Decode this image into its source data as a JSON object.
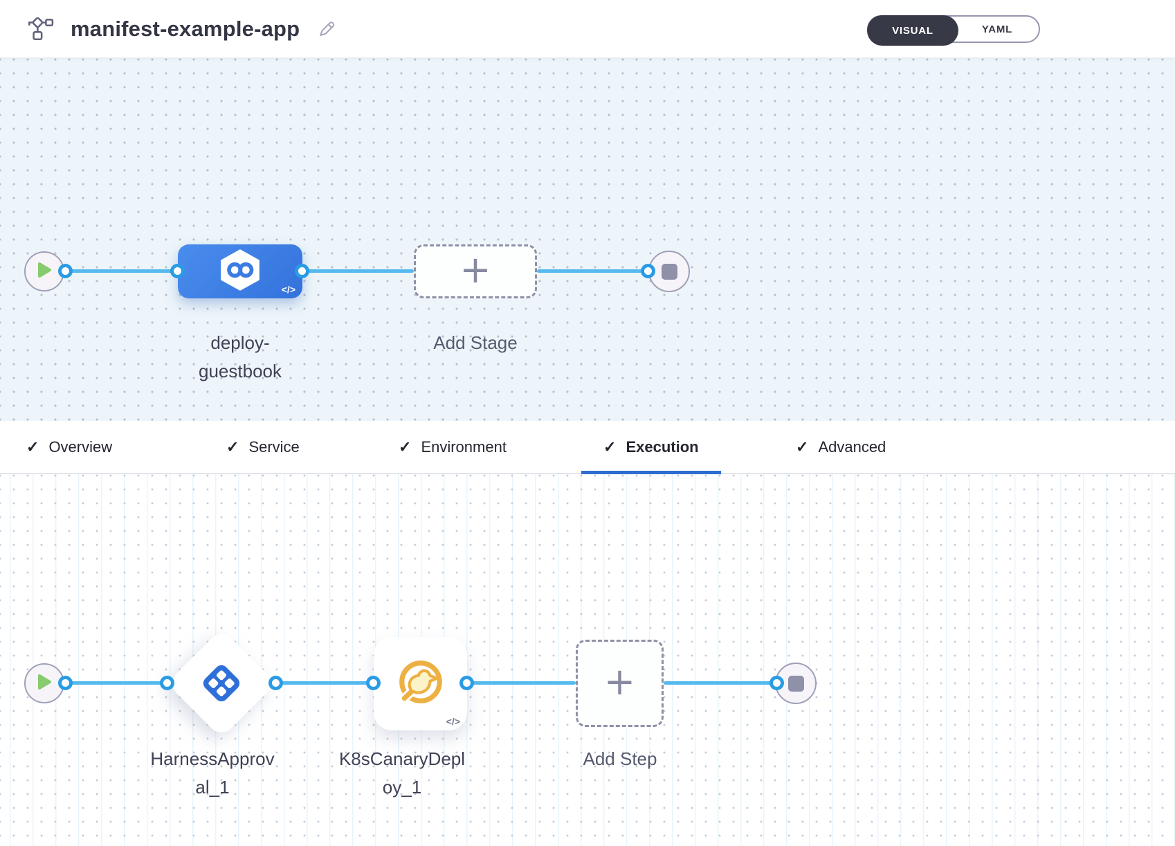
{
  "header": {
    "title": "manifest-example-app",
    "view_toggle": {
      "visual_label": "VISUAL",
      "yaml_label": "YAML",
      "selected": "VISUAL"
    }
  },
  "icons": {
    "plus": "+",
    "check": "✓",
    "code_badge": "</>"
  },
  "stage_pipeline": {
    "stage_name": "deploy-guestbook",
    "add_stage_label": "Add Stage"
  },
  "tabs": {
    "active": "Execution",
    "items": [
      {
        "label": "Overview"
      },
      {
        "label": "Service"
      },
      {
        "label": "Environment"
      },
      {
        "label": "Execution"
      },
      {
        "label": "Advanced"
      }
    ]
  },
  "execution_pipeline": {
    "approval_step_name": "HarnessApproval_1",
    "canary_step_name": "K8sCanaryDeploy_1",
    "add_step_label": "Add Step"
  },
  "colors": {
    "accent_blue": "#2e6cd0",
    "stage_blue_start": "#4a8ded",
    "stage_blue_end": "#3372dc",
    "connector_blue": "#55baee",
    "anchor_ring_blue": "#2a9ce5",
    "play_green": "#86cb6d",
    "canary_yellow": "#edb042",
    "approval_blue": "#2f70d8",
    "toggle_dark": "#383946"
  }
}
